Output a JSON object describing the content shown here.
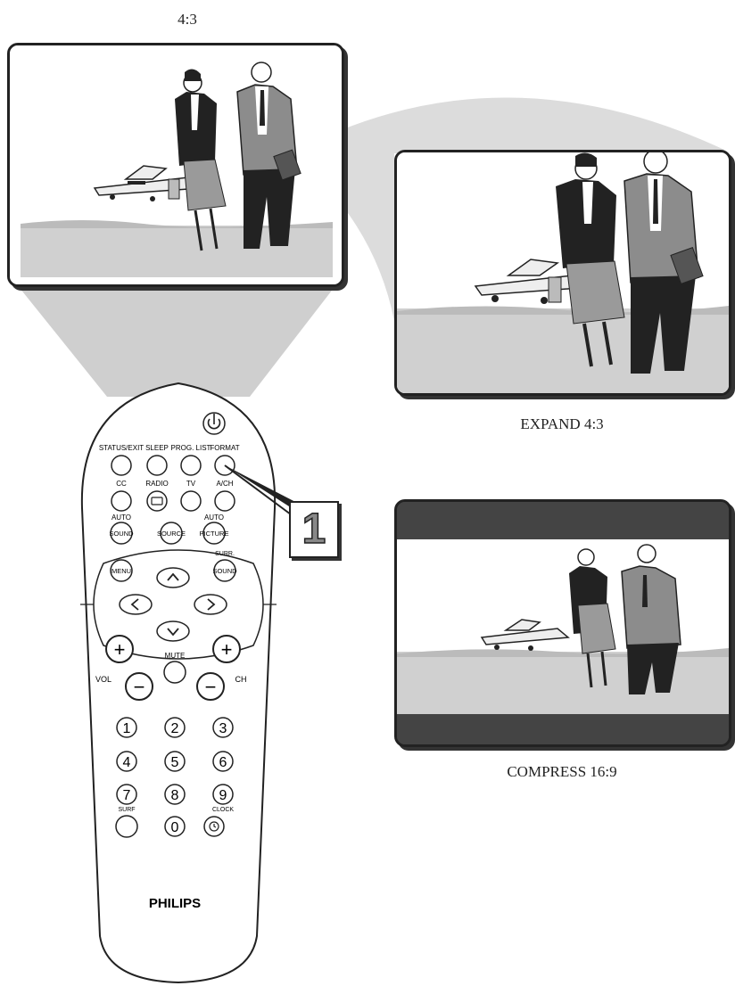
{
  "captions": {
    "top": "4:3",
    "expand": "EXPAND 4:3",
    "compress": "COMPRESS 16:9"
  },
  "step_number": "1",
  "remote": {
    "brand": "PHILIPS",
    "row1_labels": [
      "STATUS/EXIT",
      "SLEEP",
      "PROG. LIST",
      "FORMAT"
    ],
    "row2_labels": [
      "CC",
      "RADIO",
      "TV",
      "A/CH"
    ],
    "auto_label_left": "AUTO",
    "auto_label_right": "AUTO",
    "sound_label": "SOUND",
    "source_label": "SOURCE",
    "picture_label": "PICTURE",
    "surr_label": "SURR.",
    "surr_sound_label": "SOUND",
    "menu_label": "MENU",
    "mute_label": "MUTE",
    "vol_label": "VOL",
    "ch_label": "CH",
    "plus": "+",
    "minus": "−",
    "digits": [
      "1",
      "2",
      "3",
      "4",
      "5",
      "6",
      "7",
      "8",
      "9",
      "0"
    ],
    "surf_label": "SURF",
    "clock_label": "CLOCK",
    "icons": [
      "power-icon",
      "radio-icon",
      "up-arrow-icon",
      "down-arrow-icon",
      "left-arrow-icon",
      "right-arrow-icon",
      "clock-icon"
    ]
  }
}
